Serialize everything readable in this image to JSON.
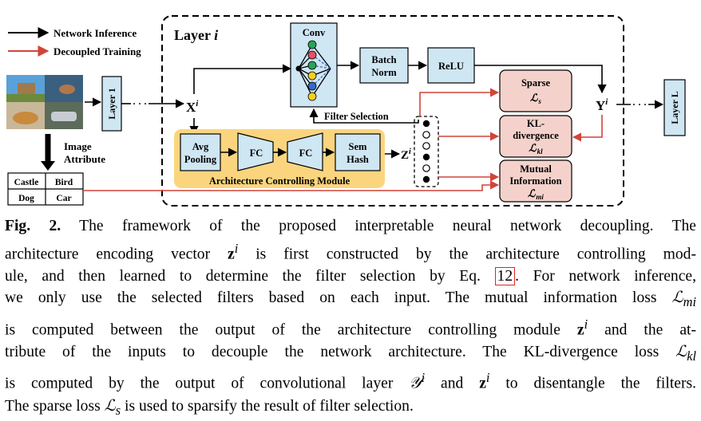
{
  "legend": {
    "inference": "Network Inference",
    "training": "Decoupled Training"
  },
  "colors": {
    "inference_arrow": "#000000",
    "training_arrow": "#d1443a",
    "block_fill": "#cfe6f3",
    "acm_fill": "#fbd57e",
    "loss_fill": "#f4d2cb",
    "node_green": "#2aa456",
    "node_red": "#e5506a",
    "node_blue": "#3a69c6",
    "node_yellow": "#f6d01e"
  },
  "layer_box": {
    "title_prefix": "Layer ",
    "title_var": "i"
  },
  "blocks": {
    "conv": "Conv",
    "batch_norm": [
      "Batch",
      "Norm"
    ],
    "relu": "ReLU",
    "avg_pooling": [
      "Avg",
      "Pooling"
    ],
    "fc1": "FC",
    "fc2": "FC",
    "sem_hash": [
      "Sem",
      "Hash"
    ],
    "acm": "Architecture Controlling Module",
    "filter_selection": "Filter Selection",
    "layer1": "Layer 1",
    "layerL": "Layer L",
    "ellipsis": "· · ·"
  },
  "variables": {
    "x": "X",
    "y": "Y",
    "z": "Z",
    "sup": "i"
  },
  "losses": {
    "sparse": [
      "Sparse",
      "ℒ",
      "s"
    ],
    "kl": [
      "KL-",
      "divergence",
      "ℒ",
      "kl"
    ],
    "mi": [
      "Mutual",
      "Information",
      "ℒ",
      "mi"
    ]
  },
  "image_attribute": {
    "label": [
      "Image",
      "Attribute"
    ],
    "table": [
      [
        "Castle",
        "Bird"
      ],
      [
        "Dog",
        "Car"
      ]
    ]
  },
  "caption": {
    "fig_label": "Fig. 2.",
    "line1": "The framework of the proposed interpretable neural network decoupling. The",
    "line2a": "architecture encoding vector ",
    "line2b": " is first constructed by the architecture controlling mod-",
    "line3a": "ule, and then learned to determine the filter selection by Eq. ",
    "line3ref": "12",
    "line3b": ". For network inference,",
    "line4": "we only use the selected filters based on each input. The mutual information loss ",
    "line5a": "is computed between the output of the architecture controlling module ",
    "line5b": " and the at-",
    "line6": "tribute of the inputs to decouple the network architecture. The KL-divergence loss ",
    "line7a": "is computed by the output of convolutional layer ",
    "line7b": " and ",
    "line7c": " to disentangle the filters.",
    "line8a": "The sparse loss ",
    "line8b": " is used to sparsify the result of filter selection.",
    "sym_L": "ℒ",
    "sub_mi": "mi",
    "sub_kl": "kl",
    "sub_s": "s",
    "sym_z": "z",
    "sym_Y": "𝒴",
    "sup_i": "i"
  }
}
